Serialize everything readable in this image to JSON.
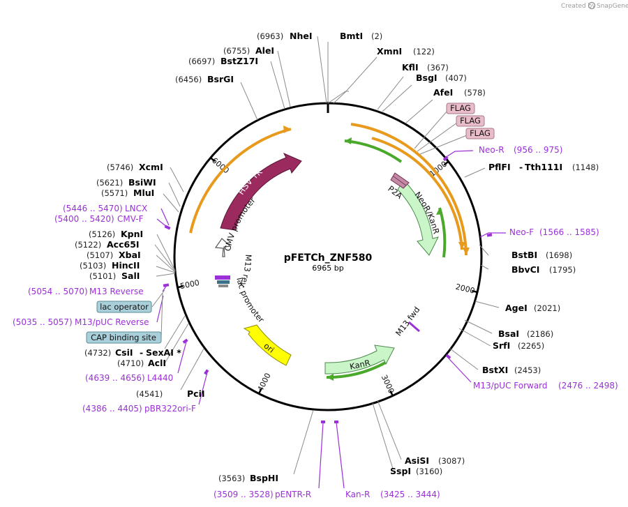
{
  "plasmid": {
    "name": "pFETCh_ZNF580",
    "size_label": "6965 bp",
    "length": 6965
  },
  "credit": {
    "text": "Created by",
    "brand": "SnapGene"
  },
  "ticks": [
    {
      "bp": 1000,
      "label": "1000"
    },
    {
      "bp": 2000,
      "label": "2000"
    },
    {
      "bp": 3000,
      "label": "3000"
    },
    {
      "bp": 4000,
      "label": "4000"
    },
    {
      "bp": 5000,
      "label": "5000"
    },
    {
      "bp": 6000,
      "label": "6000"
    }
  ],
  "sites": [
    {
      "name": "NheI",
      "pos": "(6963)"
    },
    {
      "name": "BmtI",
      "pos": "(2)"
    },
    {
      "name": "XmnI",
      "pos": "(122)"
    },
    {
      "name": "KflI",
      "pos": "(367)"
    },
    {
      "name": "BsgI",
      "pos": "(407)"
    },
    {
      "name": "AfeI",
      "pos": "(578)"
    },
    {
      "name": "PflFI",
      "pos": "(1148)",
      "alt": "Tth111I"
    },
    {
      "name": "BstBI",
      "pos": "(1698)"
    },
    {
      "name": "BbvCI",
      "pos": "(1795)"
    },
    {
      "name": "AgeI",
      "pos": "(2021)"
    },
    {
      "name": "BsaI",
      "pos": "(2186)"
    },
    {
      "name": "SrfI",
      "pos": "(2265)"
    },
    {
      "name": "BstXI",
      "pos": "(2453)"
    },
    {
      "name": "AsiSI",
      "pos": "(3087)"
    },
    {
      "name": "SspI",
      "pos": "(3160)"
    },
    {
      "name": "BspHI",
      "pos": "(3563)"
    },
    {
      "name": "PciI",
      "pos": "(4541)"
    },
    {
      "name": "AclI",
      "pos": "(4710)"
    },
    {
      "name": "CsiI",
      "pos": "(4732)",
      "alt": "SexAI *"
    },
    {
      "name": "SalI",
      "pos": "(5101)"
    },
    {
      "name": "HincII",
      "pos": "(5103)"
    },
    {
      "name": "XbaI",
      "pos": "(5107)"
    },
    {
      "name": "Acc65I",
      "pos": "(5122)"
    },
    {
      "name": "KpnI",
      "pos": "(5126)"
    },
    {
      "name": "MluI",
      "pos": "(5571)"
    },
    {
      "name": "BsiWI",
      "pos": "(5621)"
    },
    {
      "name": "XcmI",
      "pos": "(5746)"
    },
    {
      "name": "BsrGI",
      "pos": "(6456)"
    },
    {
      "name": "BstZ17I",
      "pos": "(6697)"
    },
    {
      "name": "AleI",
      "pos": "(6755)"
    }
  ],
  "primers": [
    {
      "name": "Neo-R",
      "range": "(956 .. 975)"
    },
    {
      "name": "Neo-F",
      "range": "(1566 .. 1585)"
    },
    {
      "name": "M13/pUC Forward",
      "range": "(2476 .. 2498)"
    },
    {
      "name": "Kan-R",
      "range": "(3425 .. 3444)"
    },
    {
      "name": "pENTR-R",
      "range": "(3509 .. 3528)"
    },
    {
      "name": "pBR322ori-F",
      "range": "(4386 .. 4405)"
    },
    {
      "name": "L4440",
      "range": "(4639 .. 4656)"
    },
    {
      "name": "M13/pUC Reverse",
      "range": "(5035 .. 5057)"
    },
    {
      "name": "M13 Reverse",
      "range": "(5054 .. 5070)"
    },
    {
      "name": "CMV-F",
      "range": "(5400 .. 5420)"
    },
    {
      "name": "LNCX",
      "range": "(5446 .. 5470)"
    }
  ],
  "boxed_features": [
    {
      "name": "FLAG"
    },
    {
      "name": "FLAG"
    },
    {
      "name": "FLAG"
    },
    {
      "name": "lac operator"
    },
    {
      "name": "CAP binding site"
    }
  ],
  "features": [
    {
      "name": "HSV TK"
    },
    {
      "name": "CMV promoter"
    },
    {
      "name": "NeoR/KanR"
    },
    {
      "name": "P2A"
    },
    {
      "name": "M13 rev"
    },
    {
      "name": "lac promoter"
    },
    {
      "name": "ori"
    },
    {
      "name": "KanR"
    },
    {
      "name": "M13 fwd"
    }
  ],
  "colors": {
    "hsv_tk": "#9b2a5e",
    "neor": "#c9f5c9",
    "ori": "#ffff00",
    "kanr": "#c9f5c9",
    "orange_arc": "#e89a1d",
    "green_arc": "#4aa82b",
    "primer": "#9b30d9",
    "flag_box": "#e8bcc9",
    "lac_box": "#a9d0da"
  }
}
